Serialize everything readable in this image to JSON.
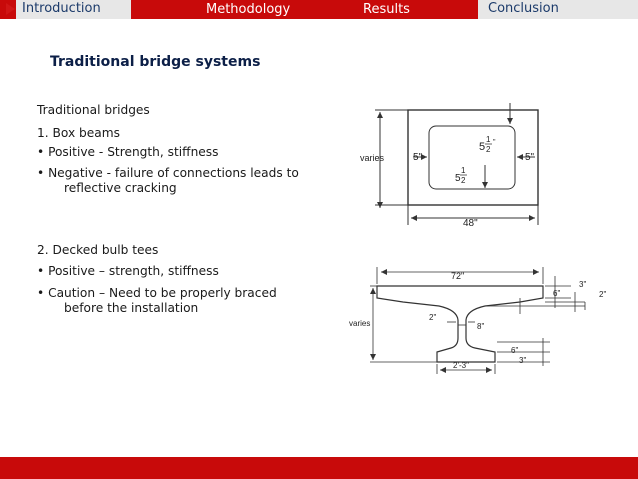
{
  "nav": {
    "items": [
      "Introduction",
      "Methodology",
      "Results",
      "Conclusion"
    ]
  },
  "slide": {
    "title": "Traditional bridge systems",
    "body": {
      "heading": "Traditional bridges",
      "item1": "1.  Box beams",
      "bullet1a": "•     Positive - Strength, stiffness",
      "bullet1b_line1": "•     Negative - failure of connections leads to",
      "bullet1b_line2": "reflective cracking",
      "item2": "2.  Decked bulb tees",
      "bullet2a": "•     Positive – strength, stiffness",
      "bullet2b_line1": "•     Caution – Need to be properly braced",
      "bullet2b_line2": "before the installation"
    }
  },
  "box_beam": {
    "varies": "varies",
    "dim_5_left": "5\"",
    "dim_5_right": "5\"",
    "dim_5half_top_whole": "5",
    "dim_5half_top_num": "1",
    "dim_5half_top_den": "2",
    "dim_5half_top_in": "\"",
    "dim_5half_bot_whole": "5",
    "dim_5half_bot_num": "1",
    "dim_5half_bot_den": "2",
    "width": "48\""
  },
  "bulb_tee": {
    "top_width": "72\"",
    "varies": "varies",
    "dim_6": "6\"",
    "dim_3_top": "3\"",
    "dim_2_right": "2\"",
    "dim_2_web": "2\"",
    "dim_8": "8\"",
    "dim_6_bottom": "6\"",
    "dim_3_bottom": "3\"",
    "bottom_width": "2'-3\""
  },
  "colors": {
    "nav_bar": "#c80a0a",
    "nav_active_bg": "#e7e7e7",
    "title_text": "#0c1f47"
  }
}
